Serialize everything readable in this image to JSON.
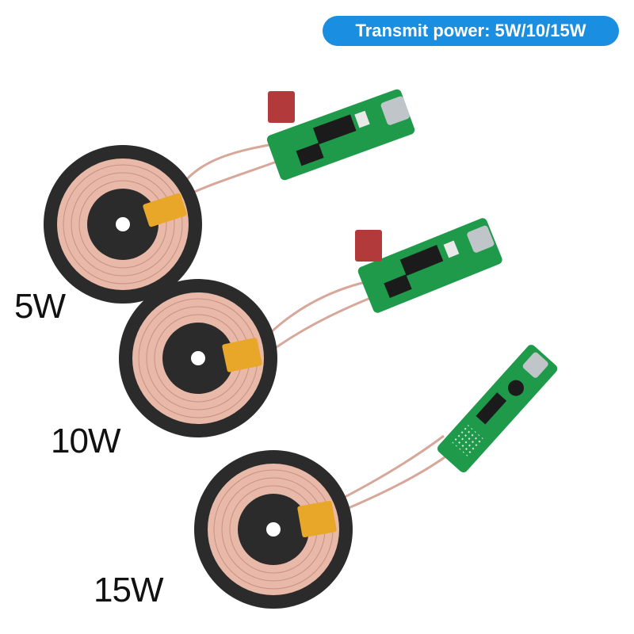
{
  "badge": {
    "text": "Transmit power: 5W/10/15W"
  },
  "modules": [
    {
      "label": "5W"
    },
    {
      "label": "10W"
    },
    {
      "label": "15W"
    }
  ],
  "colors": {
    "badge_bg": "#1a8ee0",
    "pcb_green": "#1f9a4a",
    "coil_copper": "#e8b9a8",
    "disc_ferrite": "#2b2b2b",
    "tape_yellow": "#e9a72a",
    "capacitor_red": "#b23a3a"
  }
}
